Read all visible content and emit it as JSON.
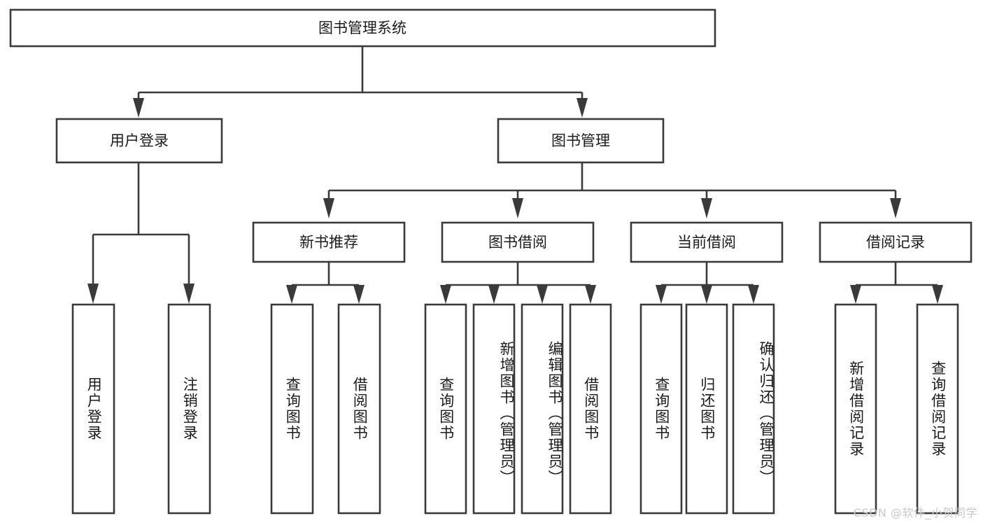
{
  "diagram": {
    "title": "图书管理系统",
    "type": "tree-hierarchy-chart",
    "orientation": "top-down",
    "watermark": "CSDN @软件_小贺同学",
    "colors": {
      "box_fill": "#ffffff",
      "box_stroke": "#3a3a3a",
      "text": "#1b1b1b",
      "background": "#ffffff",
      "watermark": "#c9c9c9"
    },
    "levels": {
      "root": {
        "label": "图书管理系统"
      },
      "level2": [
        {
          "label": "用户登录"
        },
        {
          "label": "图书管理"
        }
      ],
      "level3": [
        {
          "label": "新书推荐"
        },
        {
          "label": "图书借阅"
        },
        {
          "label": "当前借阅"
        },
        {
          "label": "借阅记录"
        }
      ],
      "leaves": {
        "user_login": [
          {
            "label": "用户登录"
          },
          {
            "label": "注销登录"
          }
        ],
        "new_book_recommend": [
          {
            "label": "查询图书"
          },
          {
            "label": "借阅图书"
          }
        ],
        "book_borrow": [
          {
            "label": "查询图书"
          },
          {
            "label": "新增图书（管理员）"
          },
          {
            "label": "编辑图书（管理员）"
          },
          {
            "label": "借阅图书"
          }
        ],
        "current_borrow": [
          {
            "label": "查询图书"
          },
          {
            "label": "归还图书"
          },
          {
            "label": "确认归还（管理员）"
          }
        ],
        "borrow_record": [
          {
            "label": "新增借阅记录"
          },
          {
            "label": "查询借阅记录"
          }
        ]
      }
    }
  }
}
